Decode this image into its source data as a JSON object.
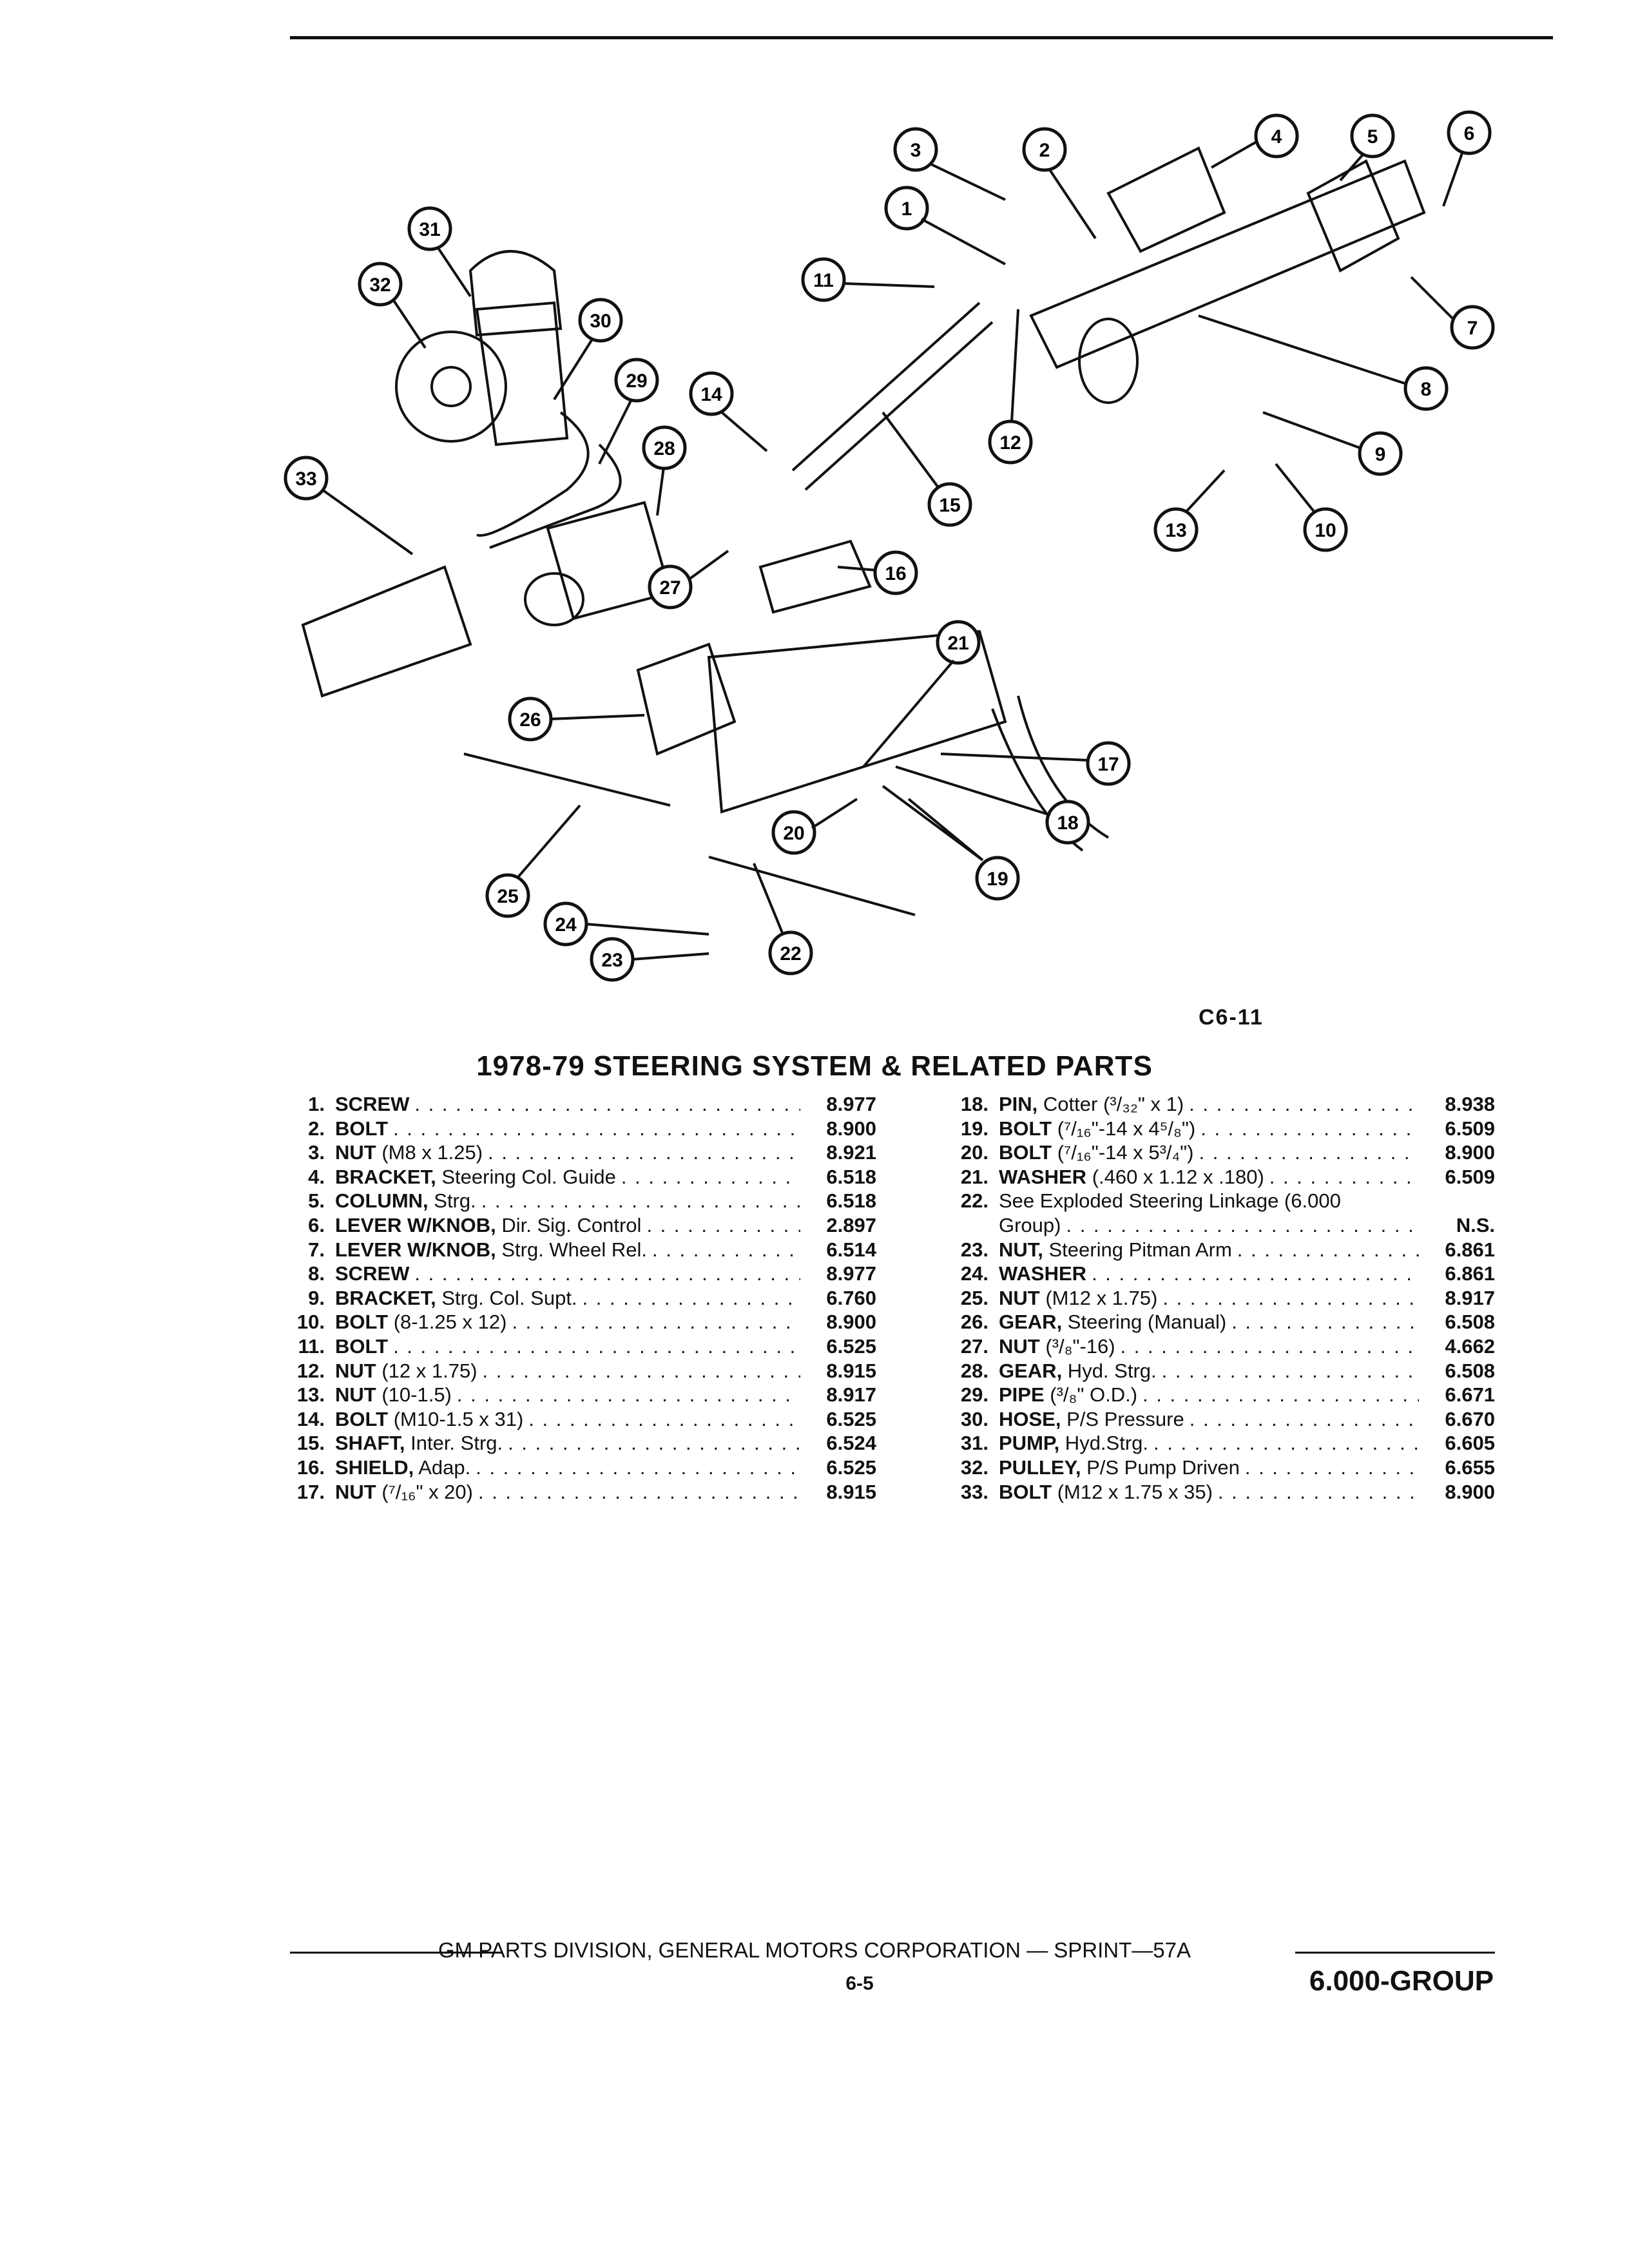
{
  "figure_code": "C6-11",
  "title": "1978-79 STEERING SYSTEM & RELATED PARTS",
  "parts_left": [
    {
      "num": "1.",
      "name": "SCREW",
      "desc": "",
      "group": "8.977"
    },
    {
      "num": "2.",
      "name": "BOLT",
      "desc": "",
      "group": "8.900"
    },
    {
      "num": "3.",
      "name": "NUT",
      "desc": " (M8 x 1.25)",
      "group": "8.921"
    },
    {
      "num": "4.",
      "name": "BRACKET,",
      "desc": " Steering Col. Guide",
      "group": "6.518"
    },
    {
      "num": "5.",
      "name": "COLUMN,",
      "desc": " Strg.",
      "group": "6.518"
    },
    {
      "num": "6.",
      "name": "LEVER W/KNOB,",
      "desc": " Dir. Sig. Control",
      "group": "2.897"
    },
    {
      "num": "7.",
      "name": "LEVER W/KNOB,",
      "desc": " Strg. Wheel Rel.",
      "group": "6.514"
    },
    {
      "num": "8.",
      "name": "SCREW",
      "desc": "",
      "group": "8.977"
    },
    {
      "num": "9.",
      "name": "BRACKET,",
      "desc": " Strg. Col. Supt.",
      "group": "6.760"
    },
    {
      "num": "10.",
      "name": "BOLT",
      "desc": " (8-1.25 x 12)",
      "group": "8.900"
    },
    {
      "num": "11.",
      "name": "BOLT",
      "desc": "",
      "group": "6.525"
    },
    {
      "num": "12.",
      "name": "NUT",
      "desc": " (12 x 1.75)",
      "group": "8.915"
    },
    {
      "num": "13.",
      "name": "NUT",
      "desc": " (10-1.5)",
      "group": "8.917"
    },
    {
      "num": "14.",
      "name": "BOLT",
      "desc": " (M10-1.5 x 31)",
      "group": "6.525"
    },
    {
      "num": "15.",
      "name": "SHAFT,",
      "desc": " Inter. Strg.",
      "group": "6.524"
    },
    {
      "num": "16.",
      "name": "SHIELD,",
      "desc": " Adap.",
      "group": "6.525"
    },
    {
      "num": "17.",
      "name": "NUT",
      "desc": " (⁷/₁₆\" x 20)",
      "group": "8.915"
    }
  ],
  "parts_right": [
    {
      "num": "18.",
      "name": "PIN,",
      "desc": " Cotter (³/₃₂\" x 1)",
      "group": "8.938"
    },
    {
      "num": "19.",
      "name": "BOLT",
      "desc": " (⁷/₁₆\"-14 x 4⁵/₈\")",
      "group": "6.509"
    },
    {
      "num": "20.",
      "name": "BOLT",
      "desc": " (⁷/₁₆\"-14 x 5³/₄\")",
      "group": "8.900"
    },
    {
      "num": "21.",
      "name": "WASHER",
      "desc": " (.460 x 1.12 x .180)",
      "group": "6.509"
    },
    {
      "num": "22.",
      "name": "",
      "desc": "See Exploded Steering Linkage (6.000",
      "group": "",
      "nolead": true
    },
    {
      "num": "",
      "name": "",
      "desc": "Group)",
      "group": "N.S."
    },
    {
      "num": "23.",
      "name": "NUT,",
      "desc": " Steering Pitman Arm",
      "group": "6.861"
    },
    {
      "num": "24.",
      "name": "WASHER",
      "desc": "",
      "group": "6.861"
    },
    {
      "num": "25.",
      "name": "NUT",
      "desc": " (M12 x 1.75)",
      "group": "8.917"
    },
    {
      "num": "26.",
      "name": "GEAR,",
      "desc": " Steering (Manual)",
      "group": "6.508"
    },
    {
      "num": "27.",
      "name": "NUT",
      "desc": " (³/₈\"-16)",
      "group": "4.662"
    },
    {
      "num": "28.",
      "name": "GEAR,",
      "desc": " Hyd. Strg.",
      "group": "6.508"
    },
    {
      "num": "29.",
      "name": "PIPE",
      "desc": " (³/₈\" O.D.)",
      "group": "6.671"
    },
    {
      "num": "30.",
      "name": "HOSE,",
      "desc": " P/S Pressure",
      "group": "6.670"
    },
    {
      "num": "31.",
      "name": "PUMP,",
      "desc": " Hyd.Strg.",
      "group": "6.605"
    },
    {
      "num": "32.",
      "name": "PULLEY,",
      "desc": " P/S Pump Driven",
      "group": "6.655"
    },
    {
      "num": "33.",
      "name": "BOLT",
      "desc": " (M12 x 1.75 x 35)",
      "group": "8.900"
    }
  ],
  "callouts": [
    "1",
    "2",
    "3",
    "4",
    "5",
    "6",
    "7",
    "8",
    "9",
    "10",
    "11",
    "12",
    "13",
    "14",
    "15",
    "16",
    "17",
    "18",
    "19",
    "20",
    "21",
    "22",
    "23",
    "24",
    "25",
    "26",
    "27",
    "28",
    "29",
    "30",
    "31",
    "32",
    "33"
  ],
  "footer": "GM PARTS DIVISION, GENERAL MOTORS CORPORATION — SPRINT—57A",
  "page_number": "6-5",
  "group_label": "6.000-GROUP"
}
